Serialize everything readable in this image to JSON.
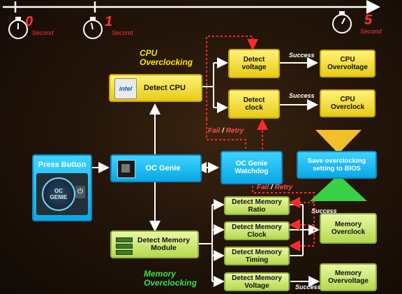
{
  "timeline": {
    "marks": [
      {
        "number": "0",
        "unit": "Second"
      },
      {
        "number": "1",
        "unit": "Second"
      },
      {
        "number": "5",
        "unit": "Second"
      }
    ]
  },
  "sections": {
    "cpu": "CPU\nOverclocking",
    "memory": "Memory\nOverclocking"
  },
  "nodes": {
    "press_button": "Press Button",
    "oc_genie": "OC Genie",
    "detect_cpu": "Detect CPU",
    "detect_voltage": "Detect\nvoltage",
    "detect_clock": "Detect\nclock",
    "cpu_overvoltage": "CPU\nOvervoltage",
    "cpu_overclock": "CPU\nOverclock",
    "watchdog": "OC Genie\nWatchdog",
    "save_bios": "Save overclocking\nsetting to BIOS",
    "detect_memory_module": "Detect Memory\nModule",
    "mem_ratio": "Detect Memory\nRatio",
    "mem_clock": "Detect Memory\nClock",
    "mem_timing": "Detect Memory\nTiming",
    "mem_voltage": "Detect Memory\nVoltage",
    "memory_overclock": "Memory\nOverclock",
    "memory_overvoltage": "Memory\nOvervoltage"
  },
  "button_image": {
    "line1": "OC",
    "line2": "GENIE"
  },
  "chip_logo": "intel",
  "edge_labels": {
    "success": "Success",
    "fail": "Fail",
    "retry": "Retry"
  },
  "colors": {
    "cpu_nodes": "#f0d81f",
    "memory_nodes": "#c7e16b",
    "core_nodes": "#12b6f0",
    "cpu_section_label": "#ffe600",
    "memory_section_label": "#37e04a",
    "fail_label": "#ff4d4d",
    "fail_path": "#ff2b2b",
    "seconds": "#ff3434",
    "save_arrow": "#f0bf2a",
    "restore_arrow": "#38d046"
  },
  "icons": [
    "stopwatch-icon",
    "intel-chip-icon",
    "oc-genie-chip-icon",
    "memory-module-icon",
    "oc-genie-button-icon",
    "power-icon"
  ]
}
